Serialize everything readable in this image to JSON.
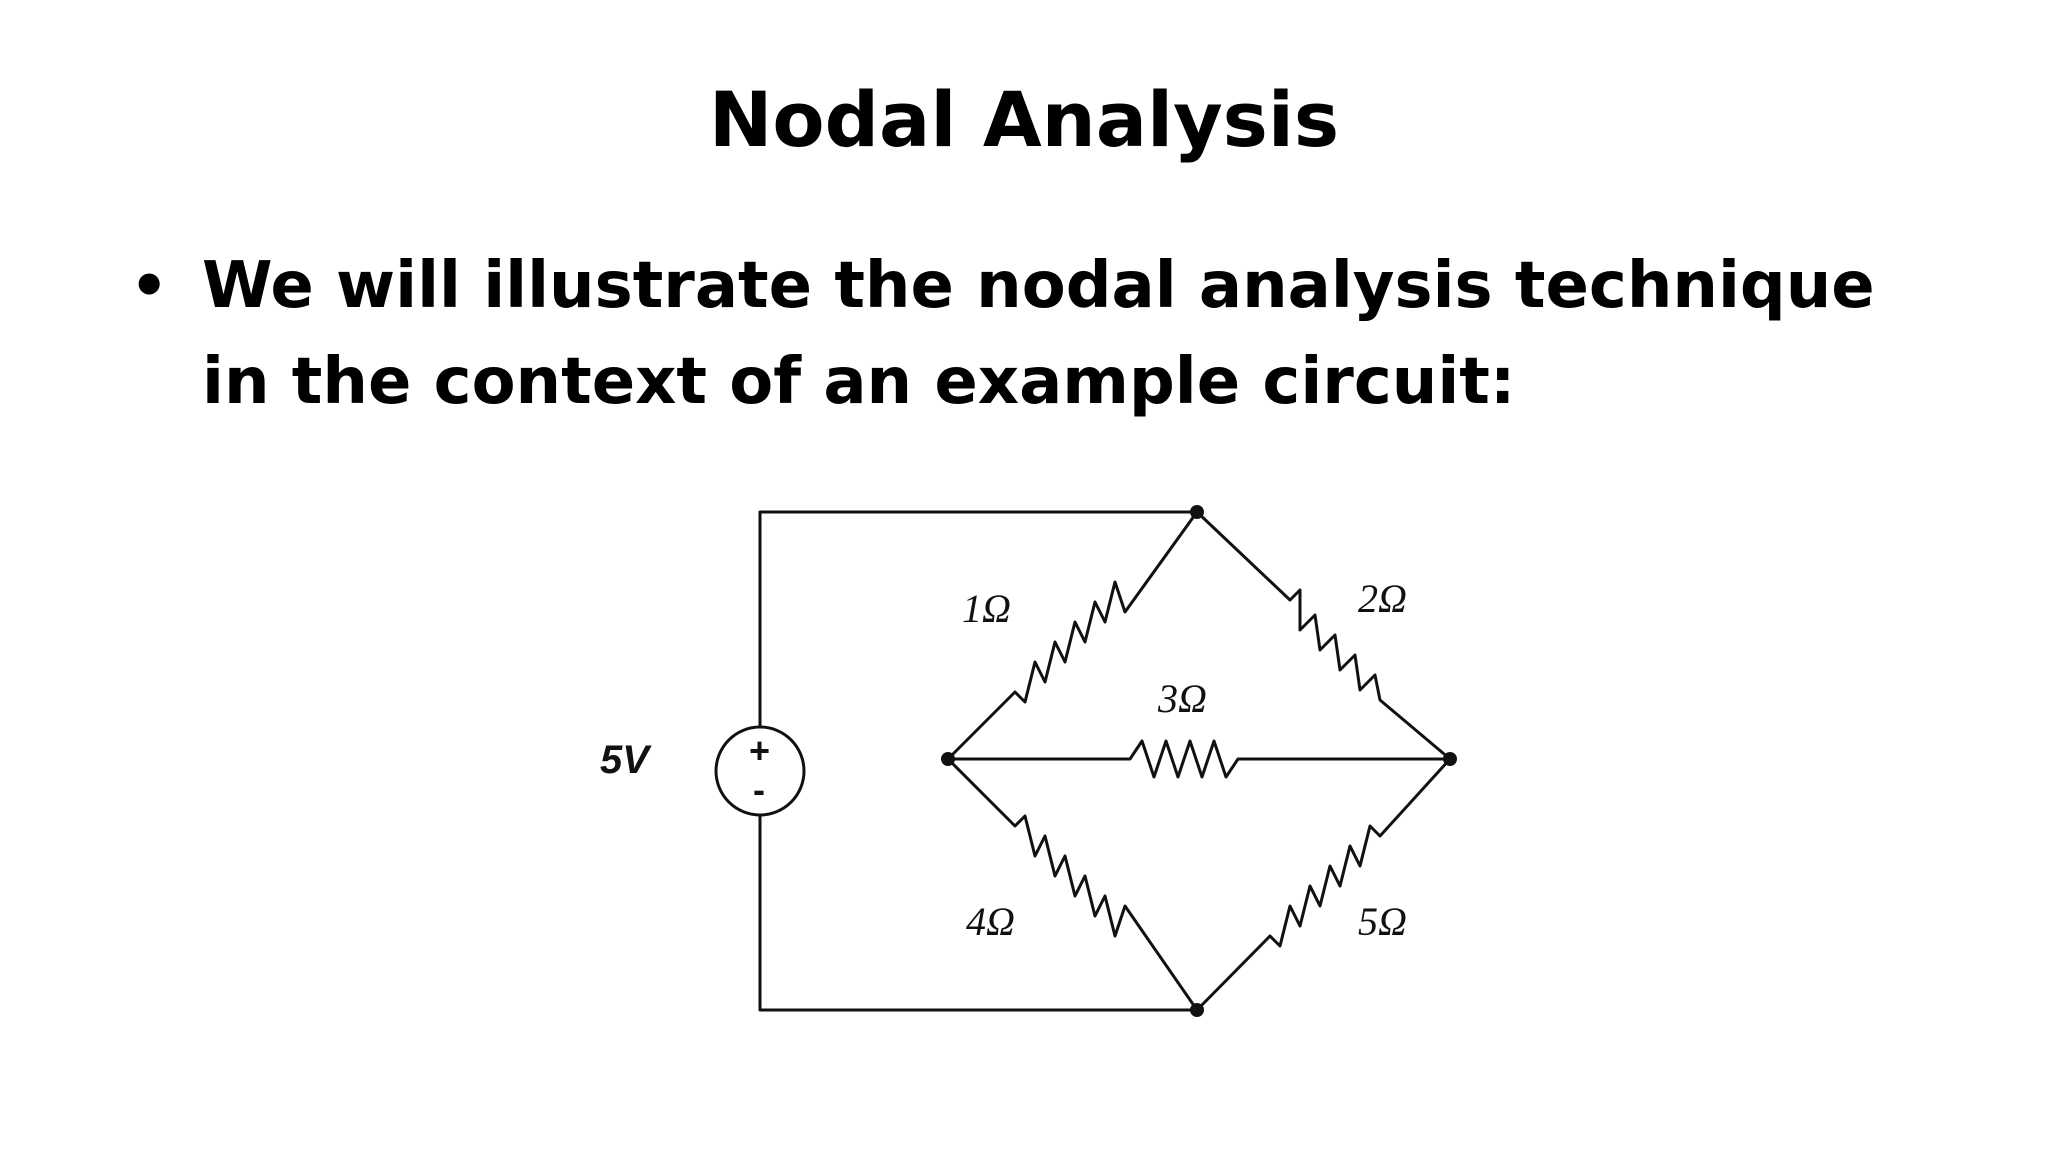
{
  "slide": {
    "title": "Nodal Analysis",
    "bullet": "We will illustrate the nodal analysis technique in the context of an example circuit:"
  },
  "circuit": {
    "source_label": "5V",
    "source_plus": "+",
    "source_minus": "-",
    "resistors": {
      "r1": "1Ω",
      "r2": "2Ω",
      "r3": "3Ω",
      "r4": "4Ω",
      "r5": "5Ω"
    }
  }
}
